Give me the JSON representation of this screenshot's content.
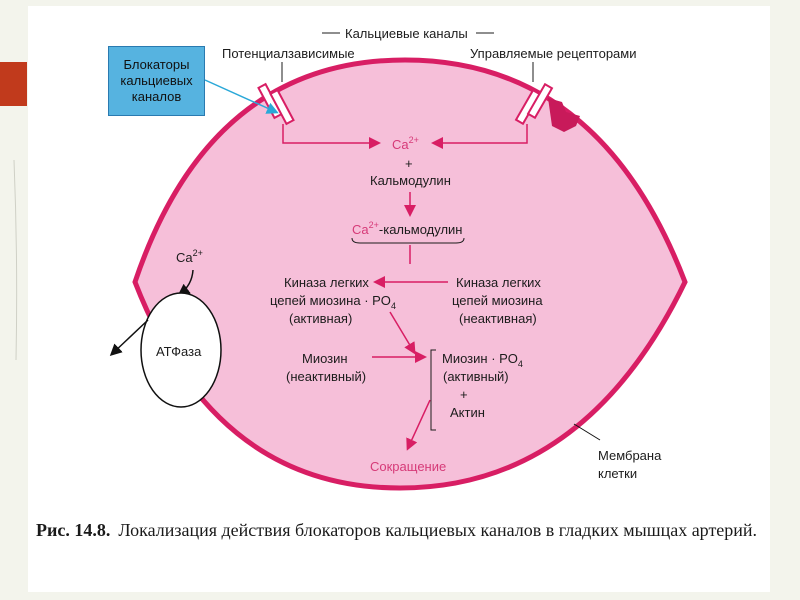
{
  "diagram": {
    "calcium_channels": "Кальциевые каналы",
    "voltage_dependent": "Потенциалзависимые",
    "receptor_operated": "Управляемые рецепторами",
    "blockers": "Блокаторы\nкальциевых\nканалов",
    "ca": "Ca",
    "charge": "2+",
    "plus": "+",
    "calmodulin": "Кальмодулин",
    "ca_calmodulin_suffix": "-кальмодулин",
    "mlck_active": [
      "Киназа легких",
      "цепей миозина · PO",
      "(активная)"
    ],
    "mlck_inactive": [
      "Киназа легких",
      "цепей миозина",
      "(неактивная)"
    ],
    "subscript_4": "4",
    "myosin_inactive": [
      "Миозин",
      "(неактивный)"
    ],
    "myosin_active": [
      "Миозин · PO",
      "(активный)"
    ],
    "actin": "Актин",
    "contraction": "Сокращение",
    "atpase": "АТФаза",
    "membrane": [
      "Мембрана",
      "клетки"
    ]
  },
  "caption": {
    "label": "Рис. 14.8.",
    "text": "Локализация действия блокаторов кальциевых каналов в гладких мышцах артерий."
  },
  "colors": {
    "cell_fill": "#f6bfd9",
    "membrane": "#d81e64",
    "arrow": "#d81e64",
    "blocker_box": "#56b3e0",
    "accent_bar": "#c13a1c"
  }
}
